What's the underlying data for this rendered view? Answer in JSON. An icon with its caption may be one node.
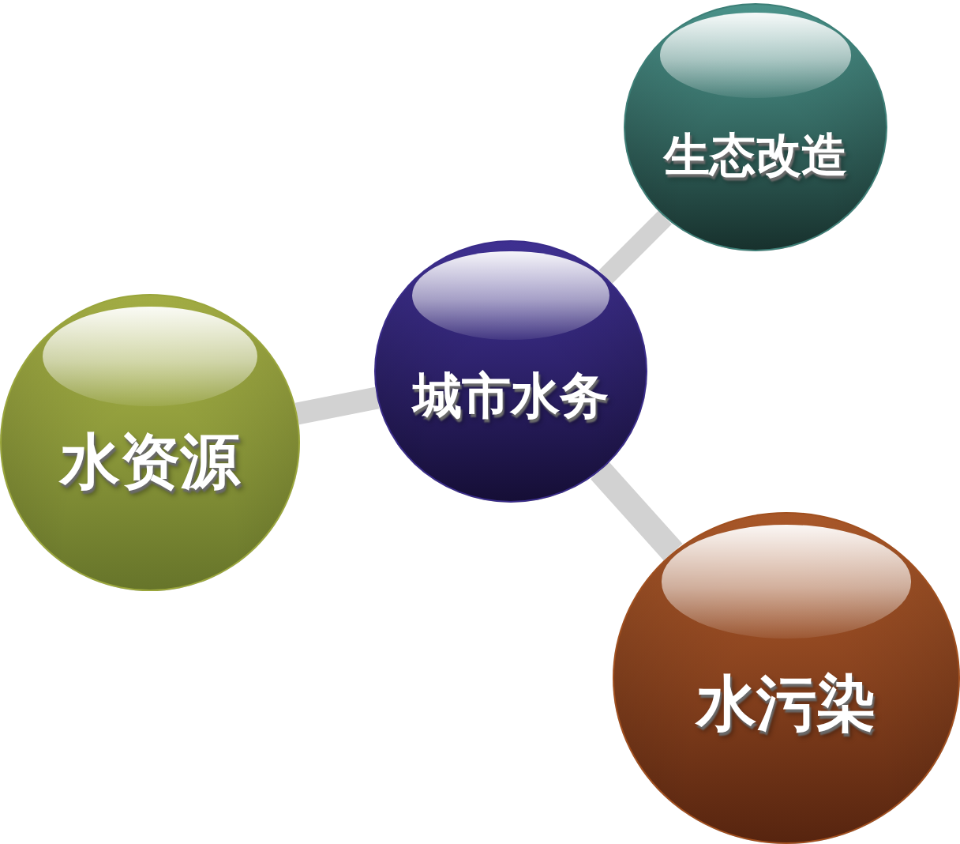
{
  "diagram": {
    "nodes": [
      {
        "text": [
          "生态改造"
        ]
      },
      {
        "text": [
          "城市水务"
        ]
      },
      {
        "text": [
          "水资源"
        ]
      },
      {
        "text": [
          "水污染"
        ]
      }
    ],
    "edges": [
      {
        "from": 1,
        "to": 0,
        "arrow": "none"
      },
      {
        "from": 1,
        "to": 2,
        "arrow": "none"
      },
      {
        "from": 1,
        "to": 3,
        "arrow": "none"
      }
    ]
  }
}
